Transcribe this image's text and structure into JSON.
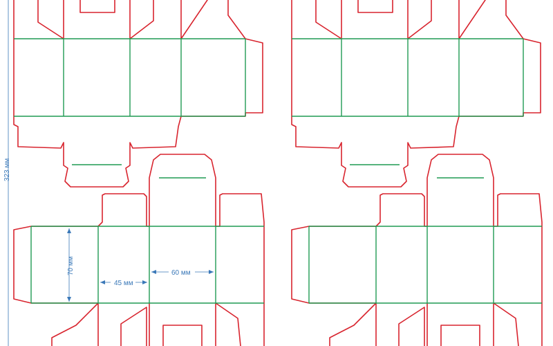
{
  "colors": {
    "cut_line": "#d8242e",
    "fold_line": "#1f9a52",
    "dimension": "#3a78b8",
    "background": "#ffffff"
  },
  "dimensions": {
    "sheet_height": "323 мм",
    "box_height": "70 мм",
    "box_width": "45 мм",
    "box_length": "60 мм"
  }
}
